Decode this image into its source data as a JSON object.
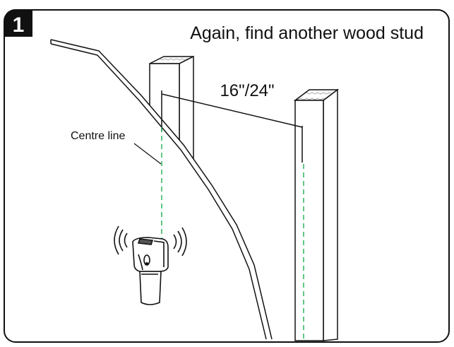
{
  "step": {
    "number": "1"
  },
  "instruction": {
    "text": "Again, find another wood stud"
  },
  "labels": {
    "distance": "16\"/24\"",
    "centre_line": "Centre line"
  },
  "colors": {
    "outline": "#111111",
    "badge_fill": "#111111",
    "badge_text": "#ffffff",
    "centre_line": "#2fb35a",
    "background": "#ffffff"
  },
  "icons": {
    "device": "stud-finder-icon",
    "signal": "signal-waves-icon"
  }
}
